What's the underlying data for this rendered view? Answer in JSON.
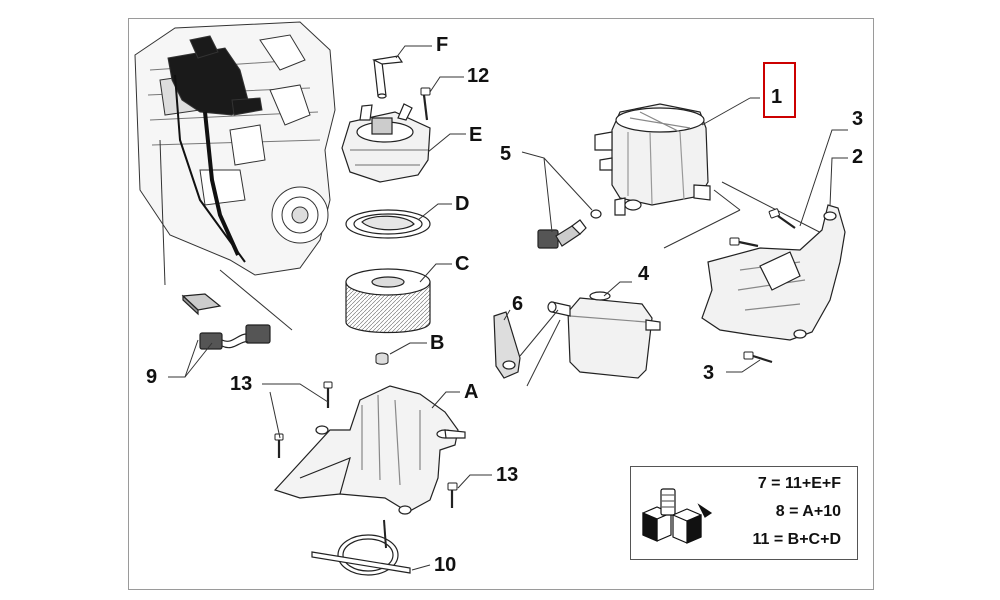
{
  "callouts": {
    "p1": "1",
    "p2": "2",
    "p3a": "3",
    "p3b": "3",
    "p4": "4",
    "p5": "5",
    "p6": "6",
    "p9": "9",
    "p10": "10",
    "p12": "12",
    "p13a": "13",
    "p13b": "13",
    "pA": "A",
    "pB": "B",
    "pC": "C",
    "pD": "D",
    "pE": "E",
    "pF": "F"
  },
  "kit_legend": {
    "line1": "7 = 11+E+F",
    "line2": "8 = A+10",
    "line3": "11 = B+C+D"
  },
  "colors": {
    "highlight": "#cc0000",
    "line": "#222222",
    "frame": "#9a9a9a"
  },
  "icons": [
    "kit-boxes-icon"
  ]
}
